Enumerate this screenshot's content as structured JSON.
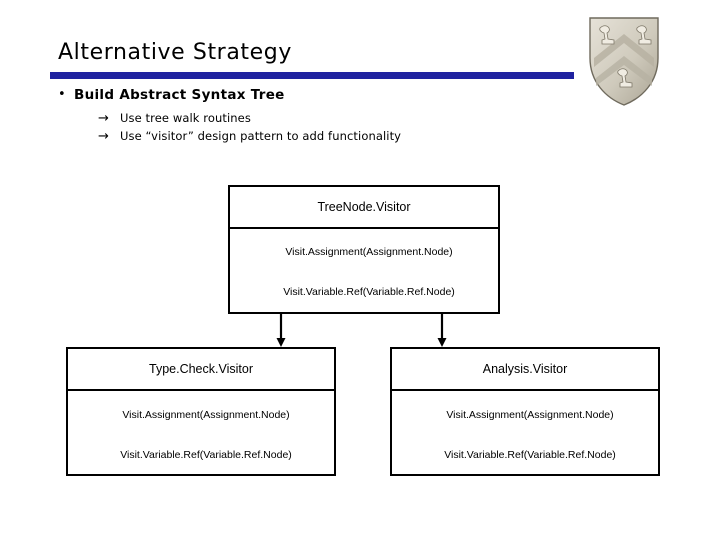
{
  "slide": {
    "title": "Alternative Strategy",
    "rule_color": "#1f22a0",
    "bullet_marker": "•",
    "sub_marker": "→",
    "bullets": [
      {
        "text": "Build Abstract Syntax Tree",
        "sub": [
          "Use tree walk routines",
          "Use “visitor” design pattern to add functionality"
        ]
      }
    ],
    "logo": {
      "name": "princeton-shield",
      "stone_light": "#ddd9cf",
      "stone_mid": "#c9c4b6",
      "stone_dark": "#a9a394",
      "outline": "#6f6a5d"
    }
  },
  "diagram": {
    "type": "uml-class-diagram",
    "classes": [
      {
        "id": "tree-node-visitor",
        "name": "TreeNode.Visitor",
        "methods": [
          "Visit.Assignment(Assignment.Node)",
          "Visit.Variable.Ref(Variable.Ref.Node)"
        ]
      },
      {
        "id": "type-check-visitor",
        "name": "Type.Check.Visitor",
        "methods": [
          "Visit.Assignment(Assignment.Node)",
          "Visit.Variable.Ref(Variable.Ref.Node)"
        ]
      },
      {
        "id": "analysis-visitor",
        "name": "Analysis.Visitor",
        "methods": [
          "Visit.Assignment(Assignment.Node)",
          "Visit.Variable.Ref(Variable.Ref.Node)"
        ]
      }
    ],
    "edges": [
      {
        "from": "tree-node-visitor",
        "to": "type-check-visitor",
        "style": "arrow-down"
      },
      {
        "from": "tree-node-visitor",
        "to": "analysis-visitor",
        "style": "arrow-down"
      }
    ],
    "line_color": "#000000"
  }
}
